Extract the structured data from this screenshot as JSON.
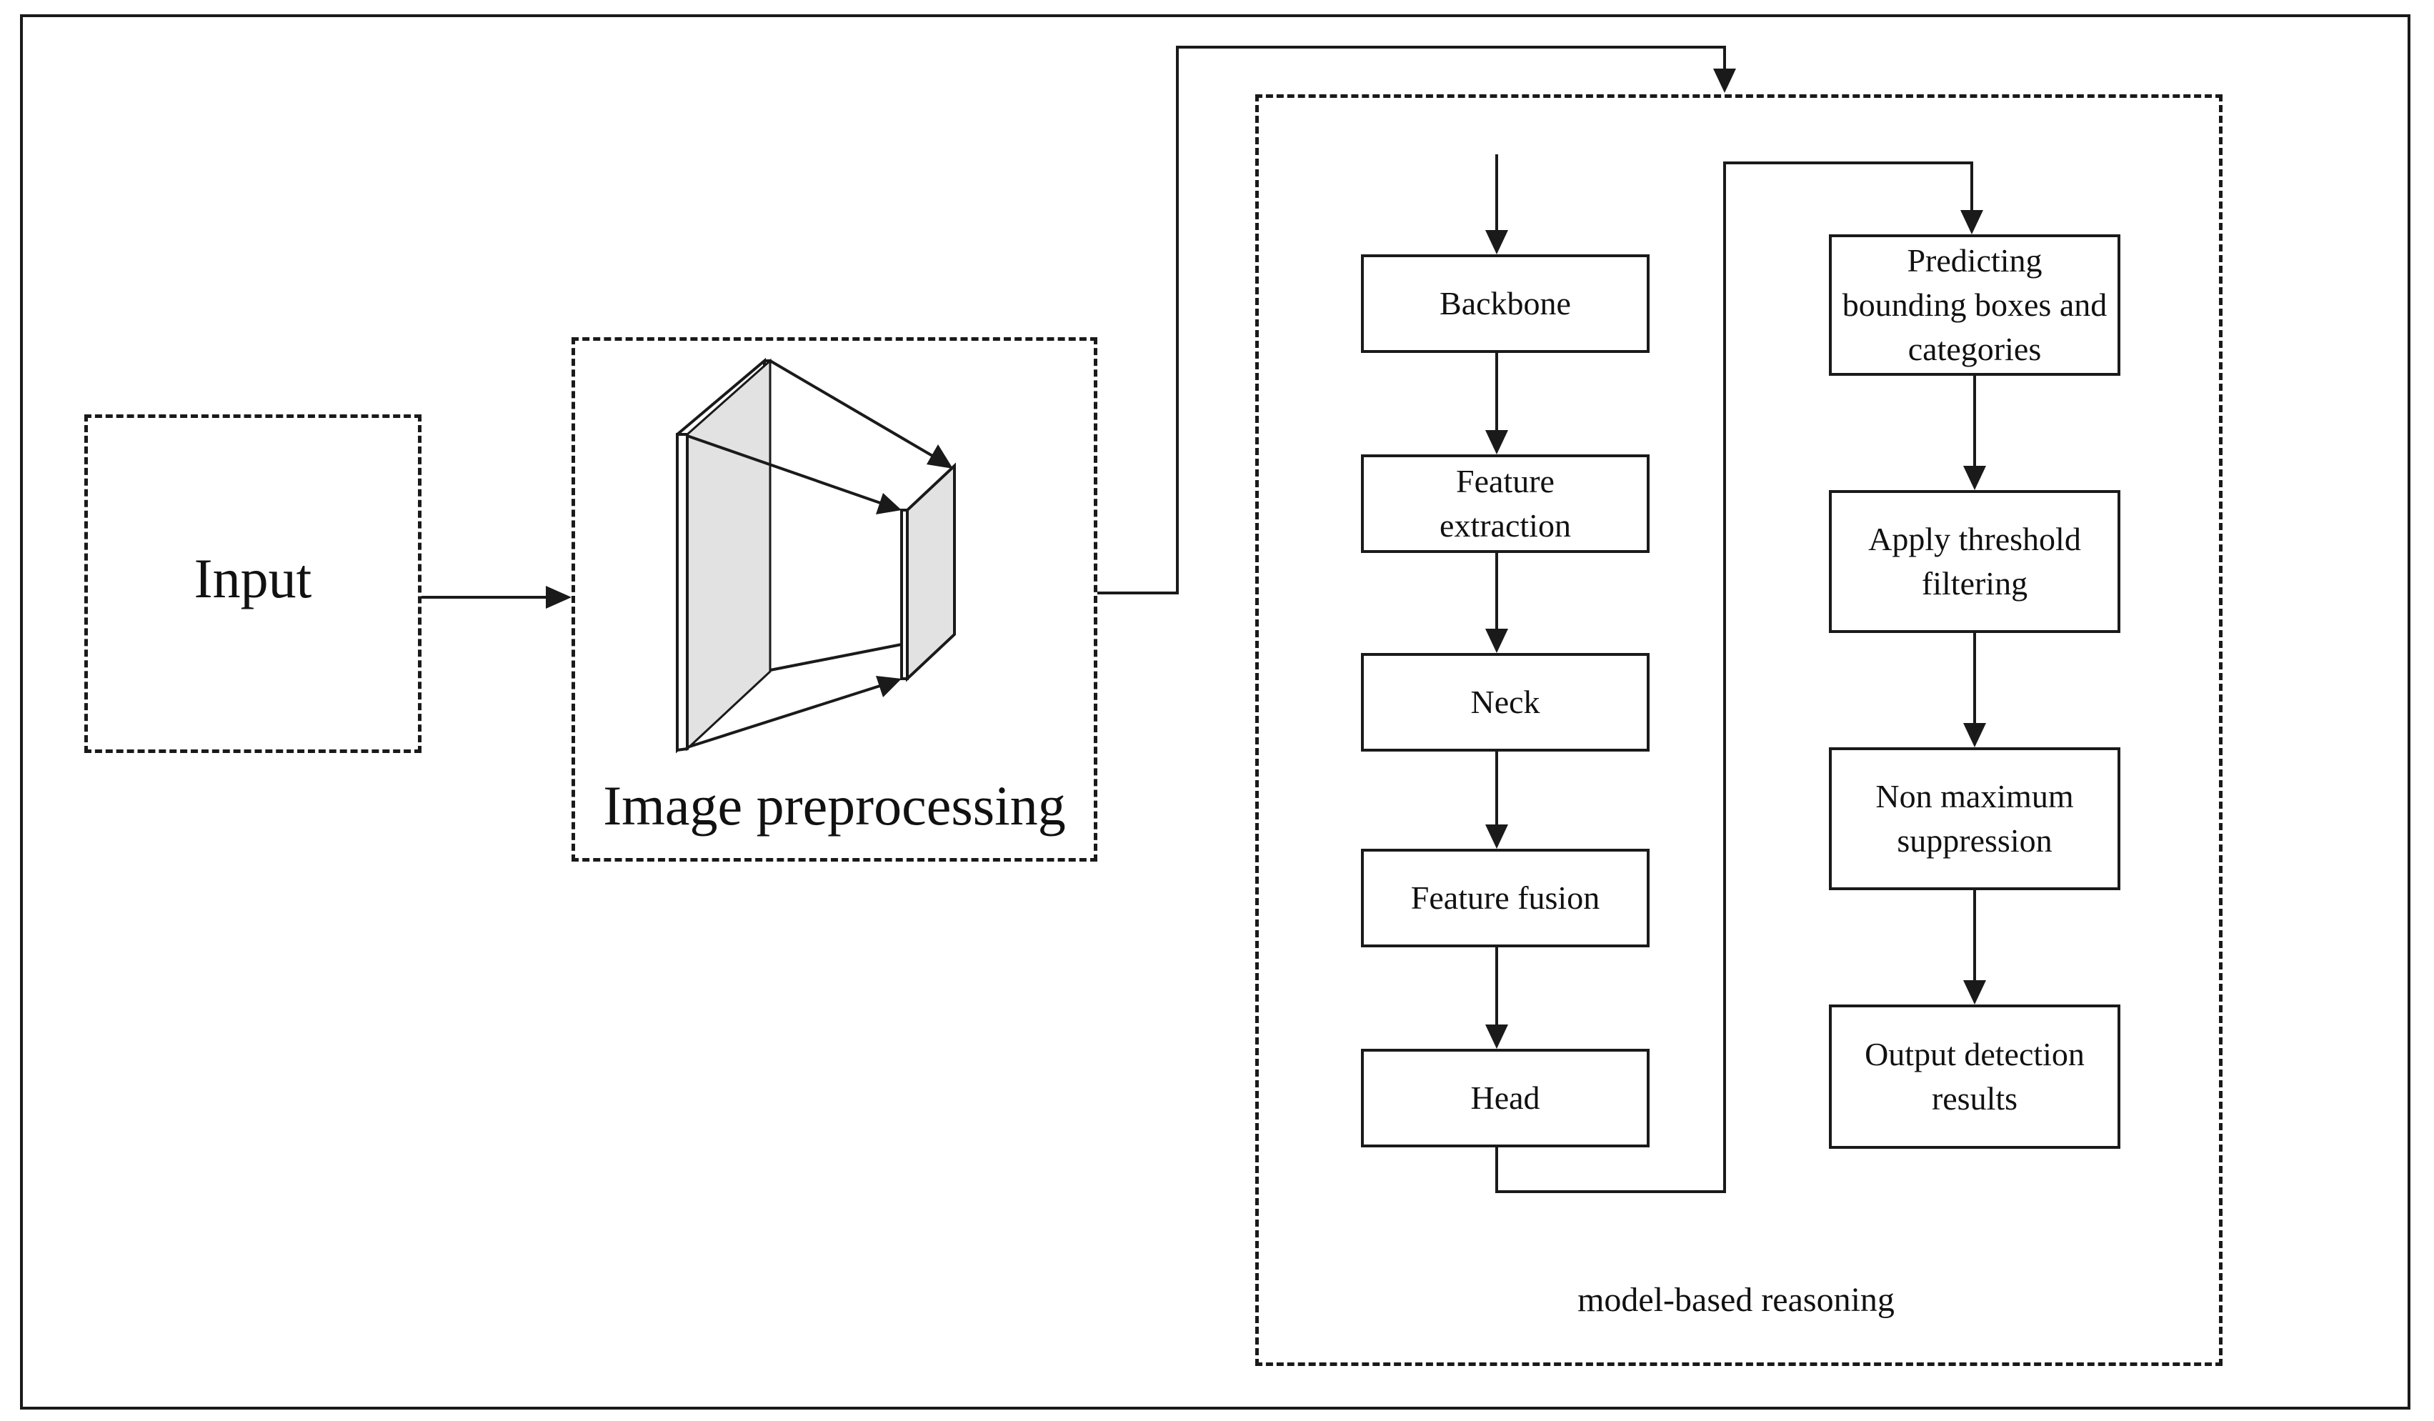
{
  "input": {
    "label": "Input"
  },
  "preprocessing": {
    "label": "Image preprocessing"
  },
  "model": {
    "label": "model-based reasoning",
    "left_column": [
      "Backbone",
      "Feature extraction",
      "Neck",
      "Feature fusion",
      "Head"
    ],
    "right_column": [
      "Predicting bounding boxes and categories",
      "Apply threshold filtering",
      "Non maximum suppression",
      "Output detection results"
    ]
  },
  "colors": {
    "line": "#1a1a1a",
    "face": "#e2e2e2"
  }
}
